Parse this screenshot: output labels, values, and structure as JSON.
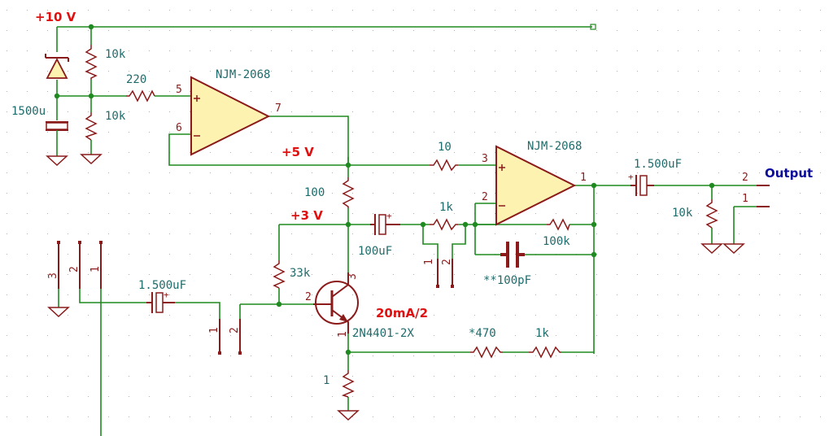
{
  "rails": {
    "v10": "+10 V",
    "v5": "+5 V",
    "v3": "+3 V",
    "current": "20mA/2"
  },
  "opamps": {
    "u1": {
      "label": "NJM-2068",
      "pin_plus": "5",
      "pin_minus": "6",
      "pin_out": "7"
    },
    "u2": {
      "label": "NJM-2068",
      "pin_plus": "3",
      "pin_minus": "2",
      "pin_out": "1"
    }
  },
  "components": {
    "r_div_top": "10k",
    "r_div_bot": "10k",
    "r_220": "220",
    "c_1500": "1500u",
    "r_10": "10",
    "r_100": "100",
    "c_100u": "100uF",
    "r_1k_a": "1k",
    "r_100k": "100k",
    "c_100p": "**100pF",
    "r_33k": "33k",
    "c_in": "1.500uF",
    "c_out": "1.500uF",
    "r_10k_out": "10k",
    "transistor": "2N4401-2X",
    "r_470": "*470",
    "r_1k_b": "1k",
    "r_1": "1"
  },
  "pins": {
    "q_base": "2",
    "q_collector": "3",
    "q_emitter": "1",
    "conn_in": [
      "3",
      "2",
      "1"
    ],
    "conn_mid": [
      "1",
      "2"
    ],
    "conn_jumper": [
      "1",
      "2"
    ],
    "conn_out": [
      "2",
      "1"
    ]
  },
  "output": {
    "label": "Output"
  },
  "colors": {
    "wire": "#1f8a1f",
    "component": "#8b1a1a",
    "opamp_fill": "#fdf2b0",
    "value_text": "#1f6b6b",
    "rail_text": "#e01010",
    "output_text": "#0a0a9a"
  }
}
